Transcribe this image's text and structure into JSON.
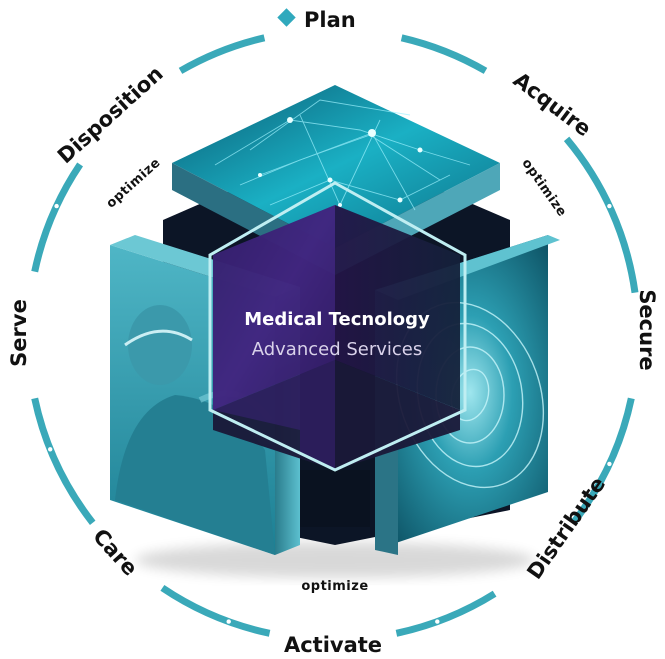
{
  "diagram": {
    "center": {
      "title": "Medical Tecnology",
      "subtitle": "Advanced Services"
    },
    "stages": [
      {
        "label": "Plan"
      },
      {
        "label": "Acquire"
      },
      {
        "label": "Secure"
      },
      {
        "label": "Distribute"
      },
      {
        "label": "Activate"
      },
      {
        "label": "Care"
      },
      {
        "label": "Serve"
      },
      {
        "label": "Disposition"
      }
    ],
    "optimize_labels": [
      {
        "label": "optimize"
      },
      {
        "label": "optimize"
      },
      {
        "label": "optimize"
      }
    ],
    "colors": {
      "ring": "#3aa9b9",
      "accent": "#30a9bd",
      "cube_dark": "#0c1526",
      "cube_purple": "#3a1f72",
      "hexagon": "#bfeef2"
    }
  }
}
